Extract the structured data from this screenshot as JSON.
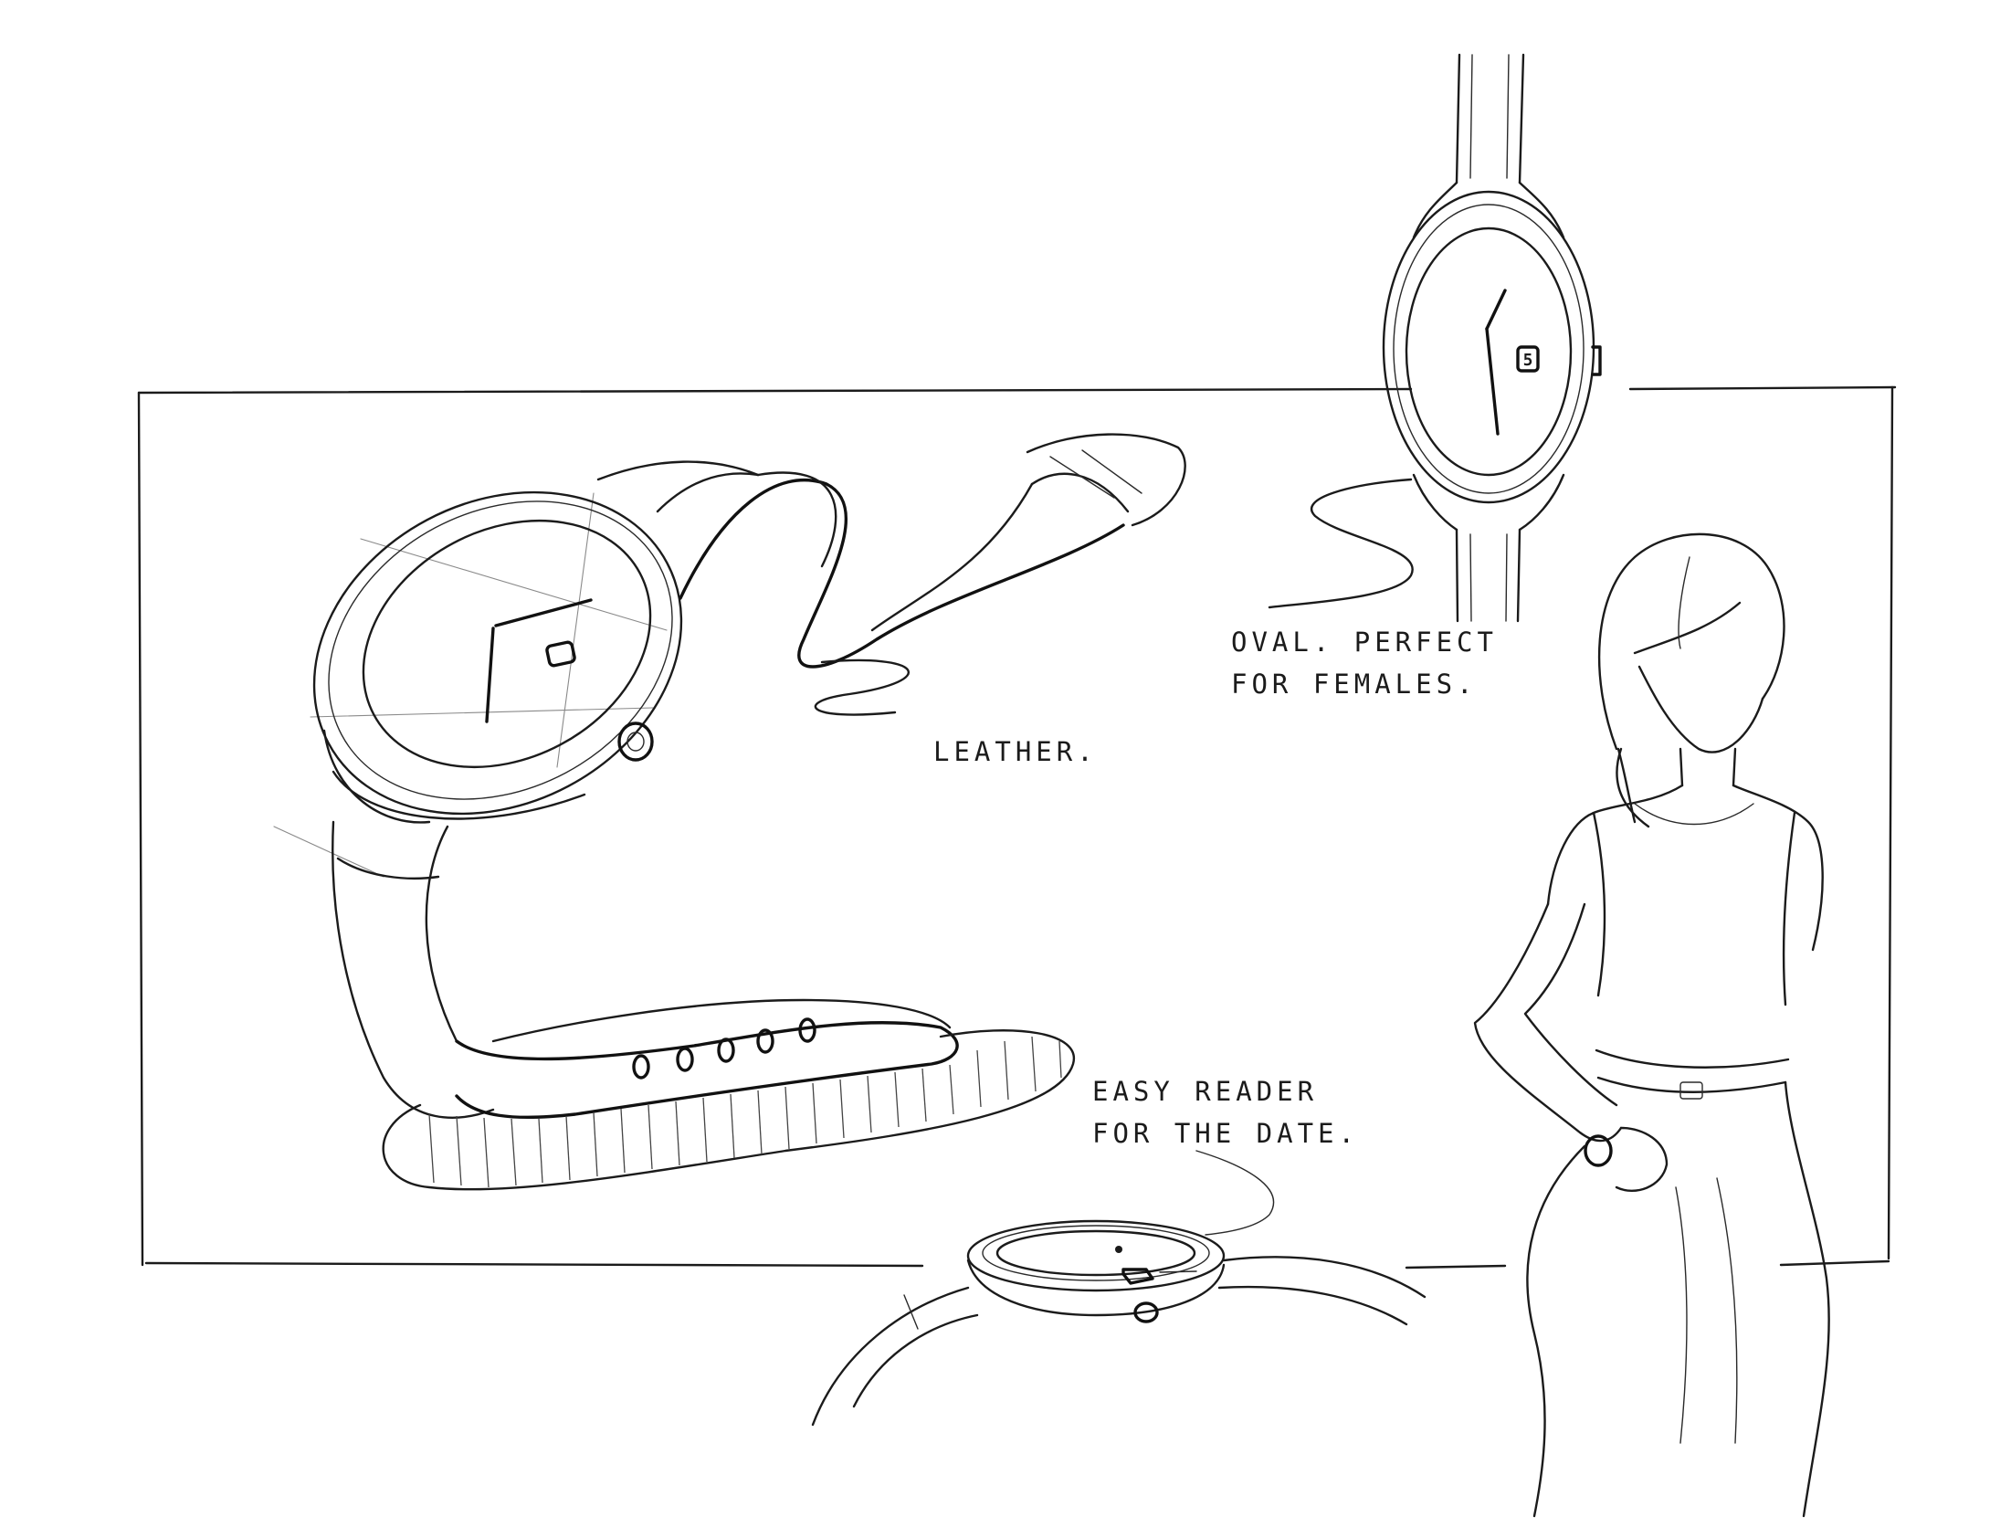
{
  "annotations": {
    "leather": "LEATHER.",
    "oval_line1": "OVAL. PERFECT",
    "oval_line2": "FOR FEMALES.",
    "reader_line1": "EASY READER",
    "reader_line2": "FOR THE DATE."
  },
  "date_window_digit": "5",
  "colors": {
    "ink": "#1b1b1b",
    "paper": "#ffffff"
  }
}
